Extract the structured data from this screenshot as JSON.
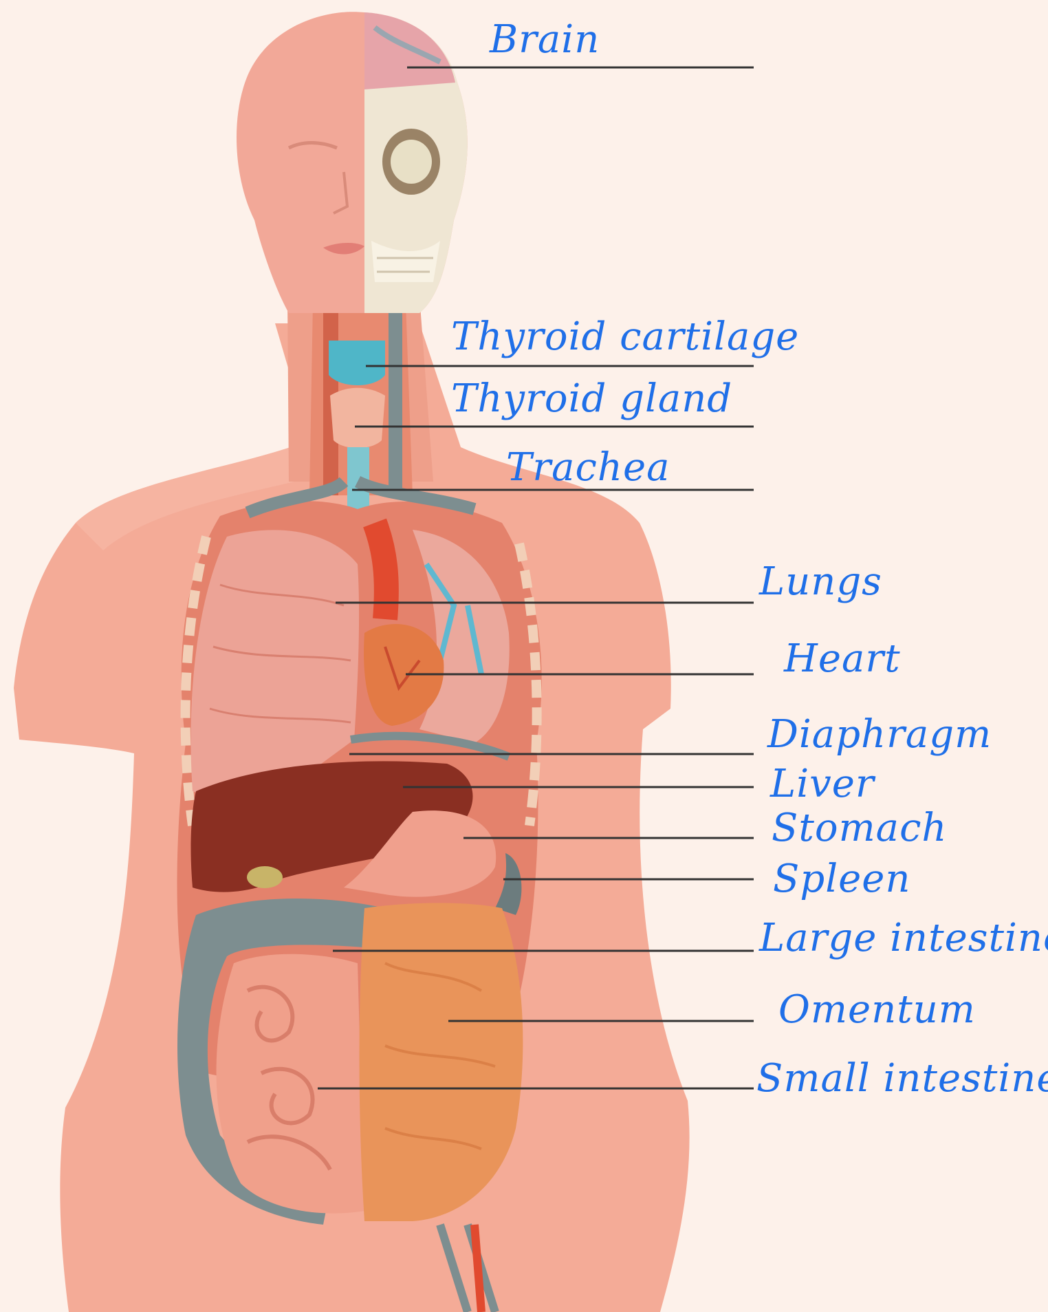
{
  "diagram": {
    "labels": [
      {
        "id": "brain",
        "text": "Brain"
      },
      {
        "id": "thyroid-cartilage",
        "text": "Thyroid cartilage"
      },
      {
        "id": "thyroid-gland",
        "text": "Thyroid gland"
      },
      {
        "id": "trachea",
        "text": "Trachea"
      },
      {
        "id": "lungs",
        "text": "Lungs"
      },
      {
        "id": "heart",
        "text": "Heart"
      },
      {
        "id": "diaphragm",
        "text": "Diaphragm"
      },
      {
        "id": "liver",
        "text": "Liver"
      },
      {
        "id": "stomach",
        "text": "Stomach"
      },
      {
        "id": "spleen",
        "text": "Spleen"
      },
      {
        "id": "large-intestine",
        "text": "Large intestine"
      },
      {
        "id": "omentum",
        "text": "Omentum"
      },
      {
        "id": "small-intestine",
        "text": "Small intestine"
      }
    ],
    "colors": {
      "background": "#fdf1ea",
      "label_ink": "#1f6fe8",
      "leader_line": "#333333",
      "skin": "#f2a48f",
      "liver": "#8a2f22",
      "omentum": "#e9945a",
      "colon": "#7d8e90",
      "lung": "#eca396",
      "thyroid": "#4fb6c8"
    }
  }
}
